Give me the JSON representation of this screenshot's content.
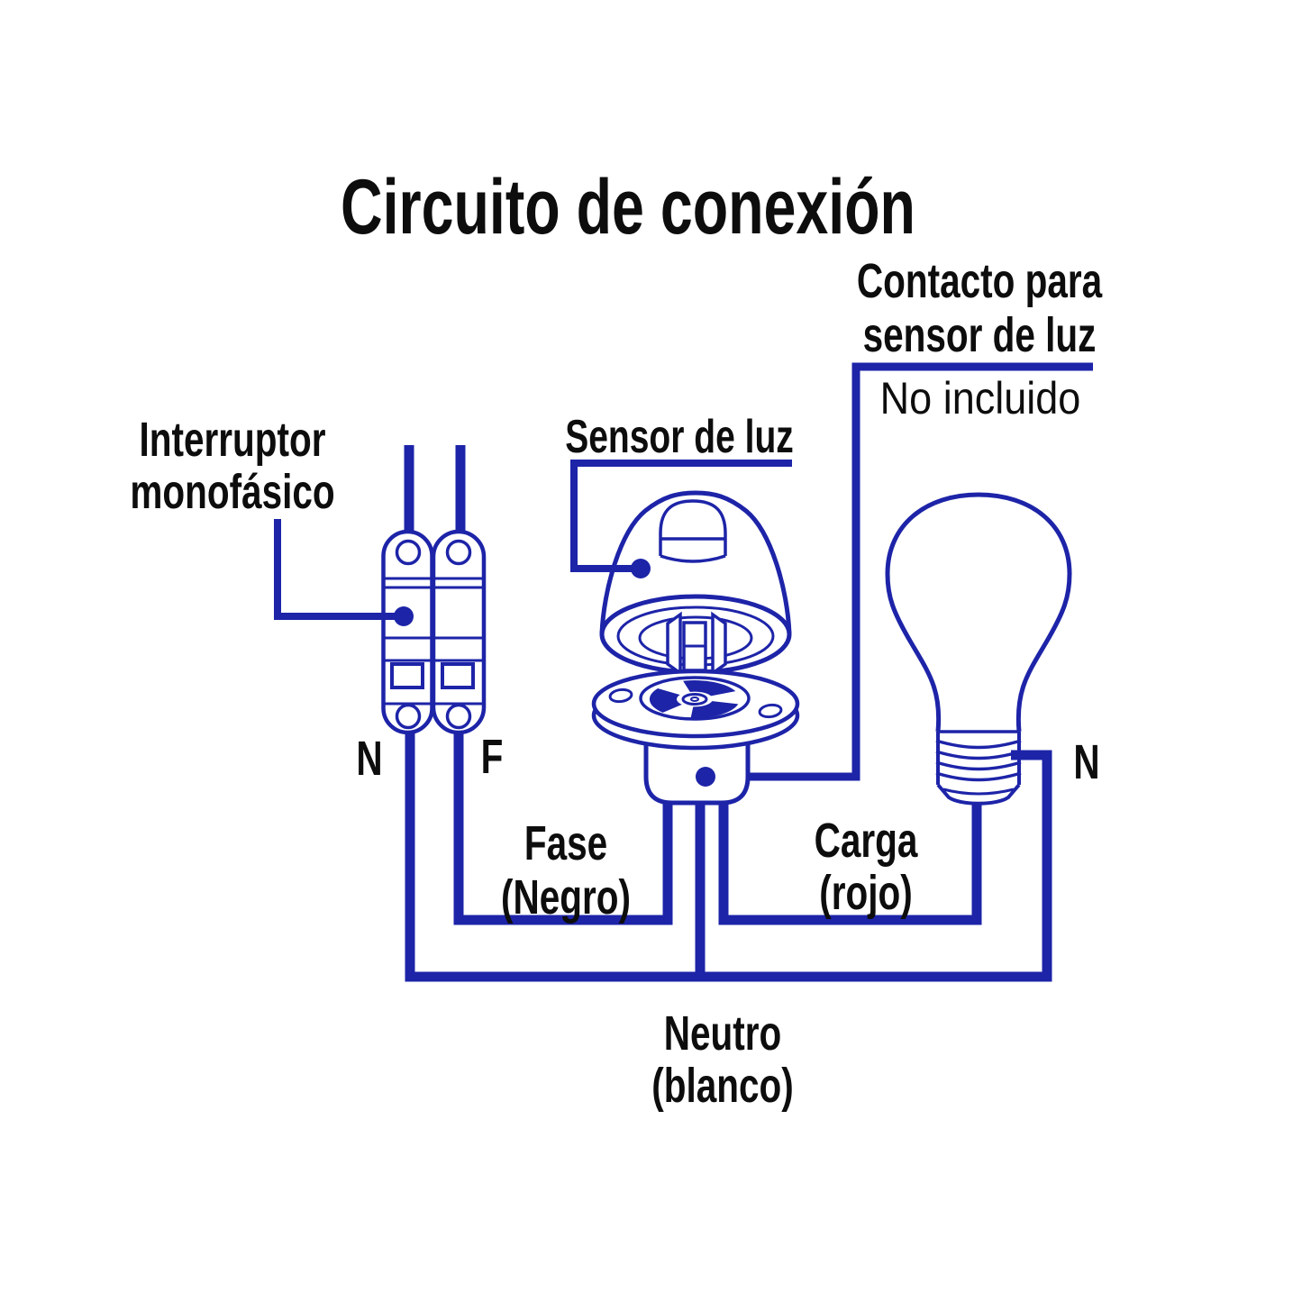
{
  "title": "Circuito de conexión",
  "colors": {
    "wire_blue": "#1d24a8",
    "text_black": "#0d0d0d",
    "background": "#ffffff"
  },
  "contact_label": {
    "line1": "Contacto para",
    "line2": "sensor de luz"
  },
  "not_included_label": "No incluido",
  "breaker_label": {
    "line1": "Interruptor",
    "line2": "monofásico"
  },
  "sensor_label": "Sensor de luz",
  "terminals": {
    "breaker_neutral": "N",
    "breaker_phase": "F",
    "bulb_neutral": "N"
  },
  "wire_labels": {
    "phase": {
      "line1": "Fase",
      "line2": "(Negro)"
    },
    "load": {
      "line1": "Carga",
      "line2": "(rojo)"
    },
    "neutral": {
      "line1": "Neutro",
      "line2": "(blanco)"
    }
  }
}
